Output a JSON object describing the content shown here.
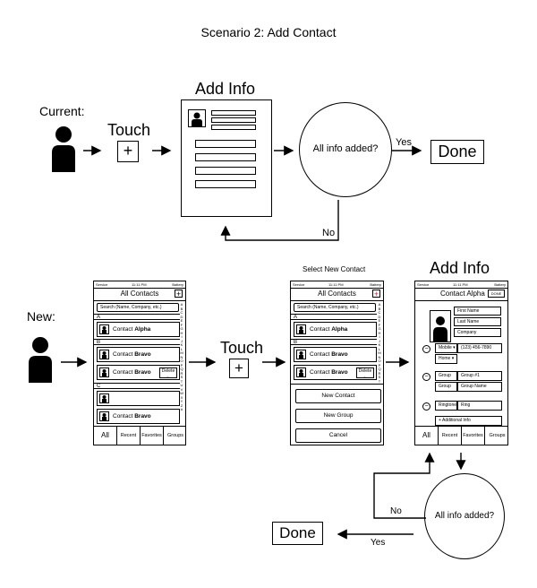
{
  "title": "Scenario 2: Add Contact",
  "current": {
    "label": "Current:",
    "touch": "Touch",
    "plus": "+",
    "add_info": "Add Info",
    "decision": "All info added?",
    "yes": "Yes",
    "no": "No",
    "done": "Done"
  },
  "new": {
    "label": "New:",
    "touch": "Touch",
    "plus": "+",
    "select_caption": "Select New Contact",
    "add_info": "Add Info",
    "decision": "All info added?",
    "yes": "Yes",
    "no": "No",
    "done": "Done"
  },
  "phone": {
    "status_left": "Service",
    "status_time": "11:11 PM",
    "status_right": "Battery",
    "list_title": "All Contacts",
    "plus": "+",
    "search_placeholder": "Search (Name, Company, etc.)",
    "index_letters": "A\nB\nC\nD\nE\nF\nG\nH\nI\nJ\nK\nL\nM\nN\nO\nP\nQ\nR\nS\nT\nU\nV\nW\nX\nY\nZ\n#",
    "section_a": "A",
    "section_b": "B",
    "section_c": "C",
    "contact_prefix": "Contact",
    "name_alpha": "Alpha",
    "name_bravo": "Bravo",
    "delete": "Delete",
    "delete_arrow": "←",
    "tabs": [
      "All",
      "Recent",
      "Favorites",
      "Groups"
    ],
    "sheet": [
      "New Contact",
      "New Group",
      "Cancel"
    ],
    "detail_title": "Contact Alpha",
    "detail_done": "DONE",
    "first_name": "First Name",
    "last_name": "Last Name",
    "company": "Company",
    "mobile": "Mobile ▾",
    "mobile_value": "(123) 456-7890",
    "home": "Home ▾",
    "group": "Group",
    "group_value": "Group #1",
    "group_name": "Group Name",
    "ringtone": "Ringtone",
    "ringtone_value": "Ring",
    "additional": "+ Additional Info",
    "minus": "−"
  },
  "colors": {
    "ink": "#000000",
    "accent_plus": "#d7263d",
    "paper": "#ffffff"
  }
}
